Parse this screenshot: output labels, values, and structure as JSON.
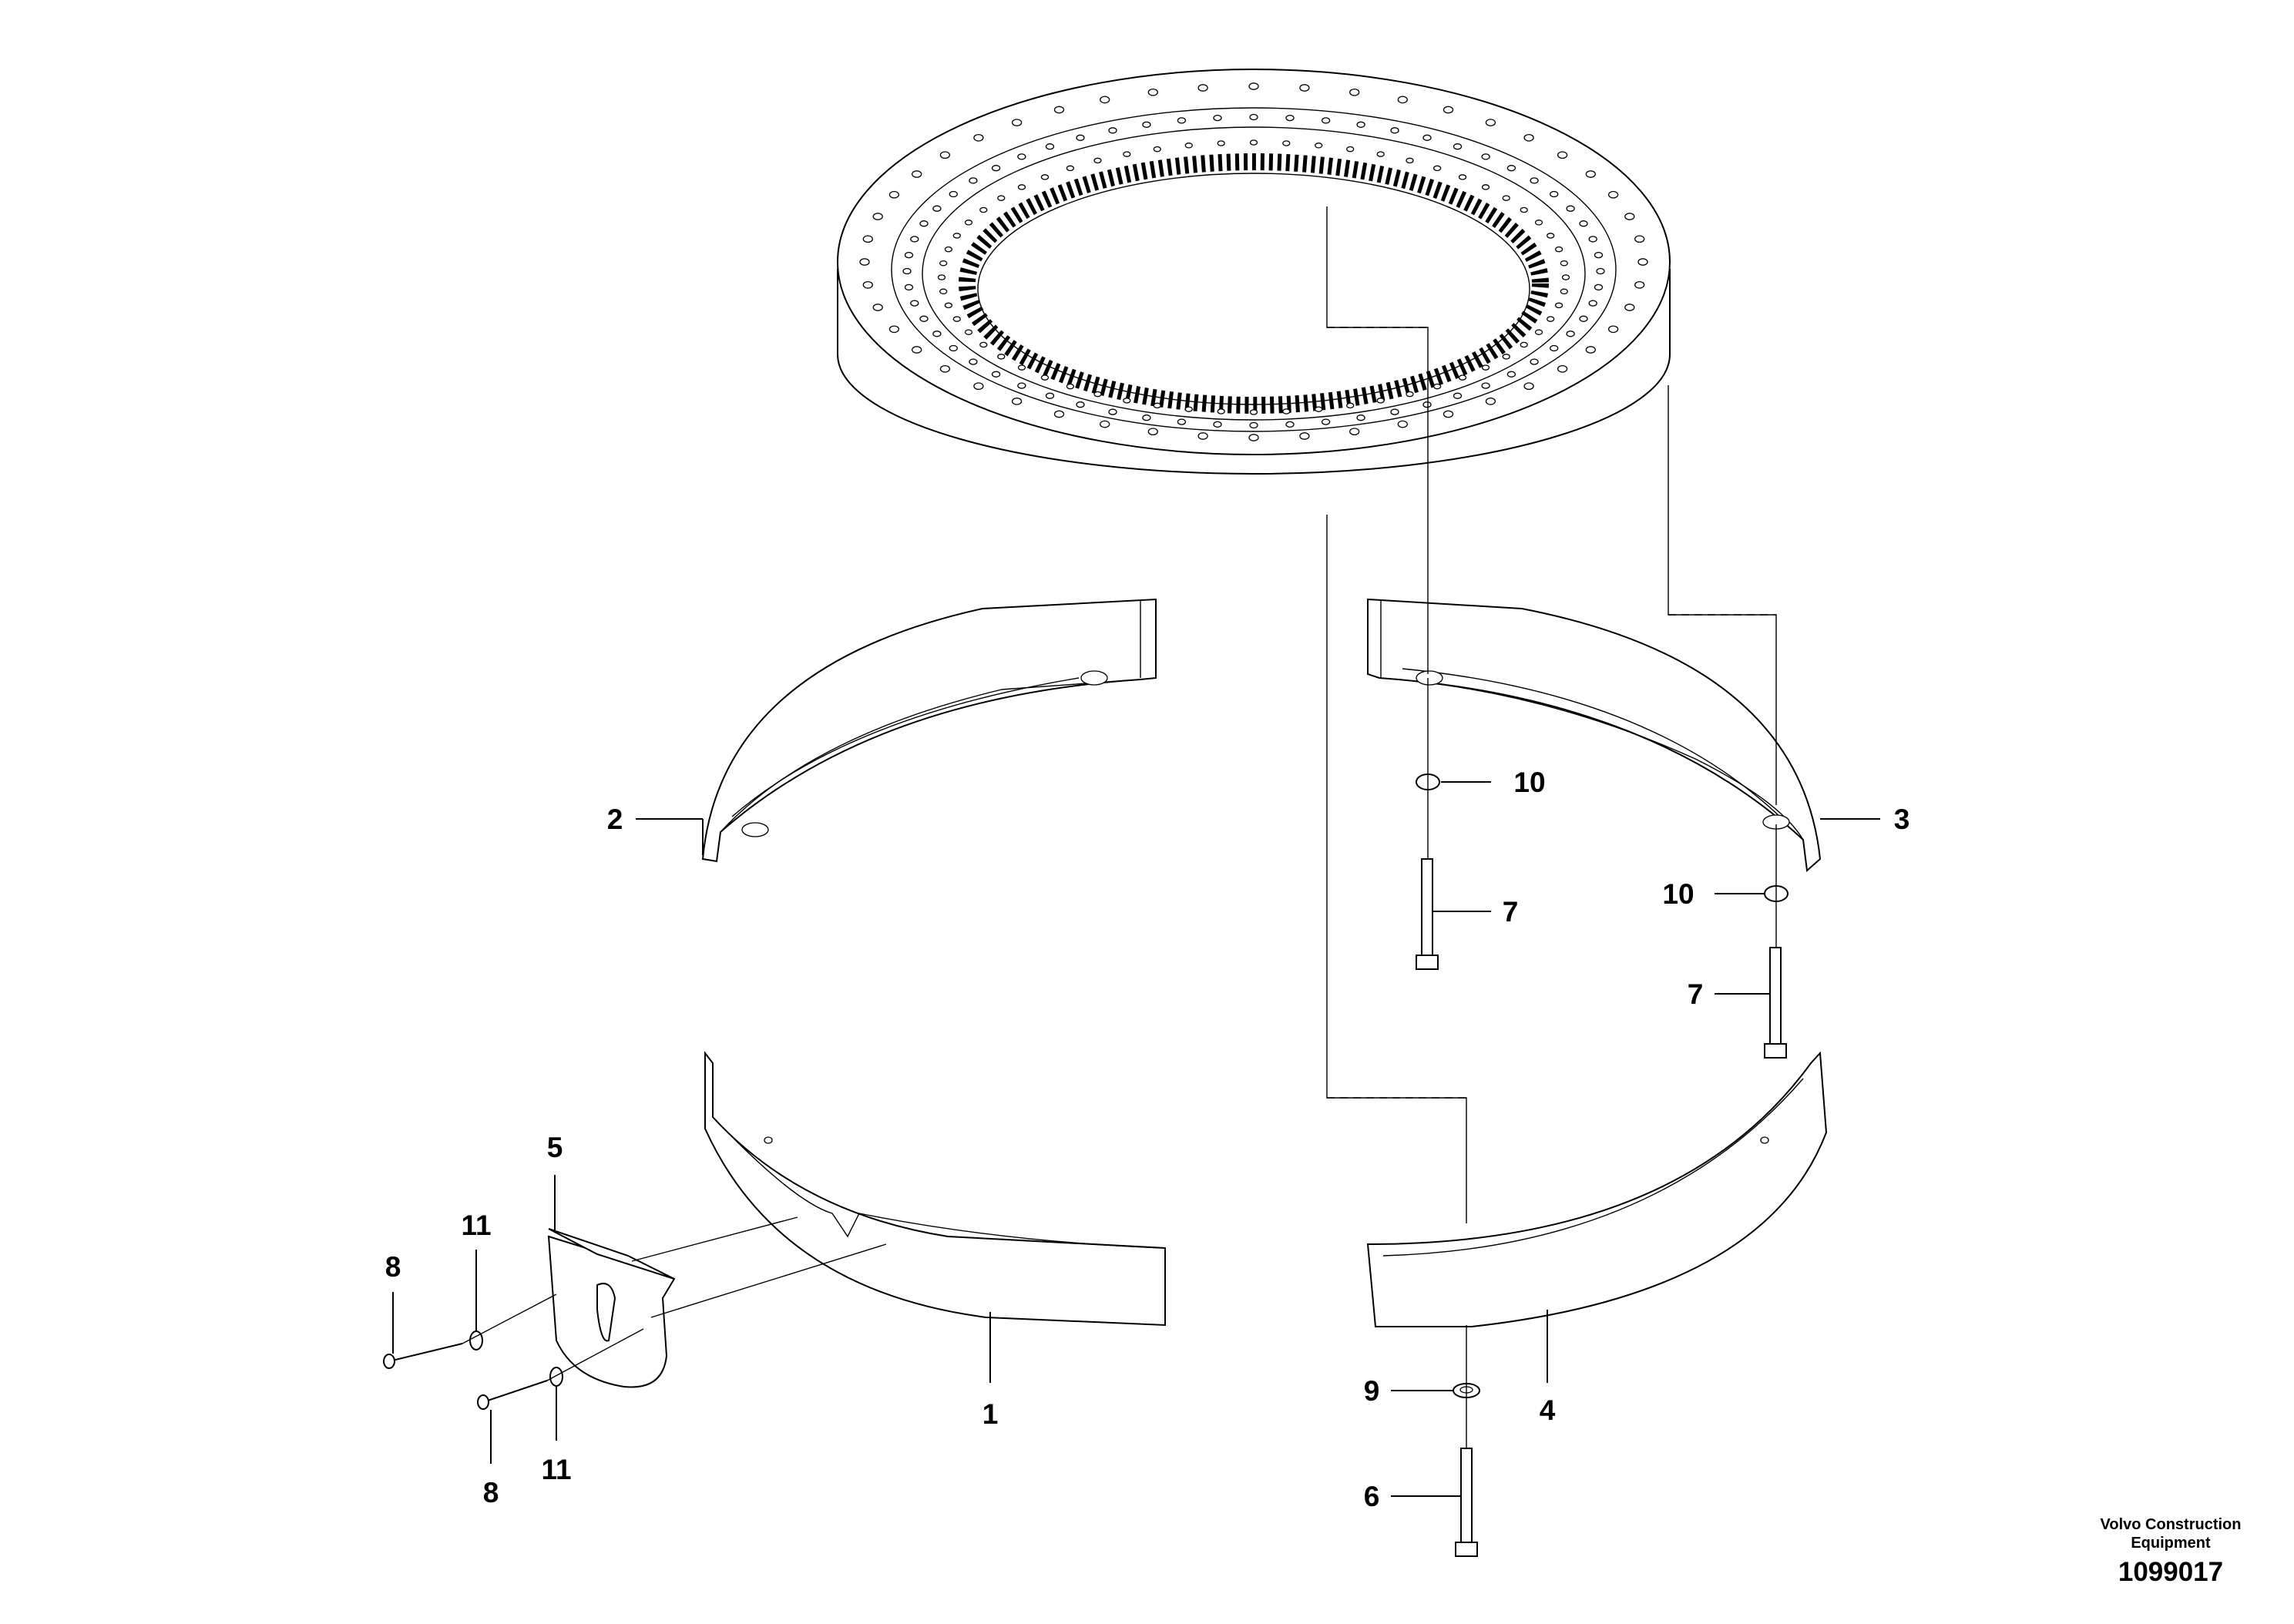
{
  "callouts": {
    "c1": "1",
    "c2": "2",
    "c3": "3",
    "c4": "4",
    "c5": "5",
    "c6": "6",
    "c7a": "7",
    "c7b": "7",
    "c8a": "8",
    "c8b": "8",
    "c9": "9",
    "c10a": "10",
    "c10b": "10",
    "c11a": "11",
    "c11b": "11"
  },
  "title_block": {
    "brand_line1": "Volvo Construction",
    "brand_line2": "Equipment",
    "doc_number": "1099017"
  }
}
